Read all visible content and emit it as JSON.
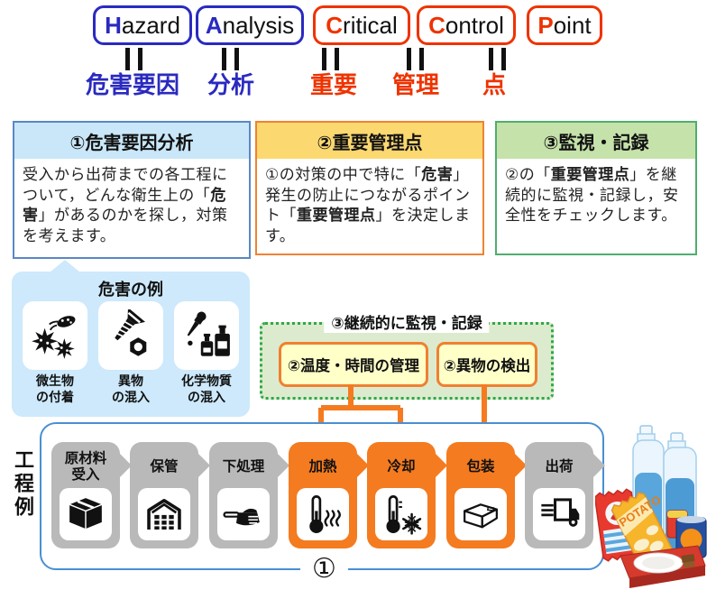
{
  "colors": {
    "haccp_blue": "#2a2ac0",
    "haccp_red": "#ee3300",
    "box1_border": "#5b87c5",
    "box1_header_bg": "#c9e7f8",
    "box2_border": "#ef8332",
    "box2_header_bg": "#fbd870",
    "box3_border": "#4fae6e",
    "box3_header_bg": "#c5e2aa",
    "bubble_bg": "#cde9fb",
    "dotted_bg": "#dcebcd",
    "dotted_border": "#2fa849",
    "tag_bg": "#ffffc8",
    "tag_border": "#f08030",
    "step_gray": "#b9b9b9",
    "step_orange": "#f47b20",
    "flow_frame_border": "#4a8fd3"
  },
  "haccp": {
    "words": [
      {
        "first": "H",
        "rest": "azard",
        "translation": "危害要因"
      },
      {
        "first": "A",
        "rest": "nalysis",
        "translation": "分析"
      },
      {
        "first": "C",
        "rest": "ritical",
        "translation": "重要"
      },
      {
        "first": "C",
        "rest": "ontrol",
        "translation": "管理"
      },
      {
        "first": "P",
        "rest": "oint",
        "translation": "点"
      }
    ]
  },
  "info_boxes": [
    {
      "title": "①危害要因分析",
      "body": [
        "受入から出荷までの各工程について，どんな衛生上の「",
        "危害",
        "」があるのかを探し，対策を考えます。"
      ]
    },
    {
      "title": "②重要管理点",
      "body": [
        "①の対策の中で特に「",
        "危害",
        "」発生の防止につながるポイント「",
        "重要管理点",
        "」を決定します。"
      ]
    },
    {
      "title": "③監視・記録",
      "body": [
        "②の「",
        "重要管理点",
        "」を継続的に監視・記録し，安全性をチェックします。"
      ]
    }
  ],
  "hazard_examples": {
    "title": "危害の例",
    "items": [
      {
        "line1": "微生物",
        "line2": "の付着"
      },
      {
        "line1": "異物",
        "line2": "の混入"
      },
      {
        "line1": "化学物質",
        "line2": "の混入"
      }
    ]
  },
  "monitoring": {
    "title": "③継続的に監視・記録",
    "tags": [
      "②温度・時間の管理",
      "②異物の検出"
    ]
  },
  "process": {
    "side_label": "工程例",
    "steps": [
      {
        "line1": "原材料",
        "line2": "受入"
      },
      {
        "line1": "保管"
      },
      {
        "line1": "下処理"
      },
      {
        "line1": "加熱"
      },
      {
        "line1": "冷却"
      },
      {
        "line1": "包装"
      },
      {
        "line1": "出荷"
      }
    ],
    "bottom_marker": "①"
  },
  "food": {
    "chips_label": "POTATO"
  }
}
